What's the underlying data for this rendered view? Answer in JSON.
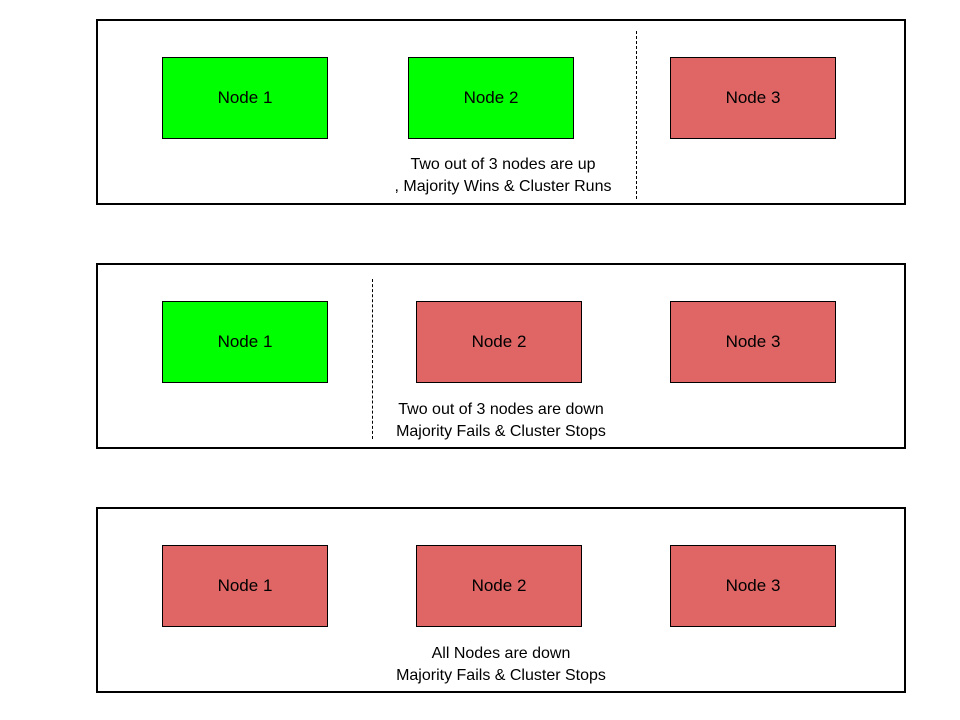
{
  "colors": {
    "up": "#00ff00",
    "down": "#e06666",
    "border": "#000000"
  },
  "panels": [
    {
      "nodes": [
        {
          "label": "Node 1",
          "status": "up"
        },
        {
          "label": "Node 2",
          "status": "up"
        },
        {
          "label": "Node 3",
          "status": "down"
        }
      ],
      "caption_line1": "Two out of 3 nodes are up",
      "caption_line2": ", Majority Wins & Cluster Runs"
    },
    {
      "nodes": [
        {
          "label": "Node 1",
          "status": "up"
        },
        {
          "label": "Node 2",
          "status": "down"
        },
        {
          "label": "Node 3",
          "status": "down"
        }
      ],
      "caption_line1": "Two out of 3 nodes are down",
      "caption_line2": "Majority Fails & Cluster Stops"
    },
    {
      "nodes": [
        {
          "label": "Node 1",
          "status": "down"
        },
        {
          "label": "Node 2",
          "status": "down"
        },
        {
          "label": "Node 3",
          "status": "down"
        }
      ],
      "caption_line1": "All Nodes are down",
      "caption_line2": "Majority Fails & Cluster Stops"
    }
  ]
}
